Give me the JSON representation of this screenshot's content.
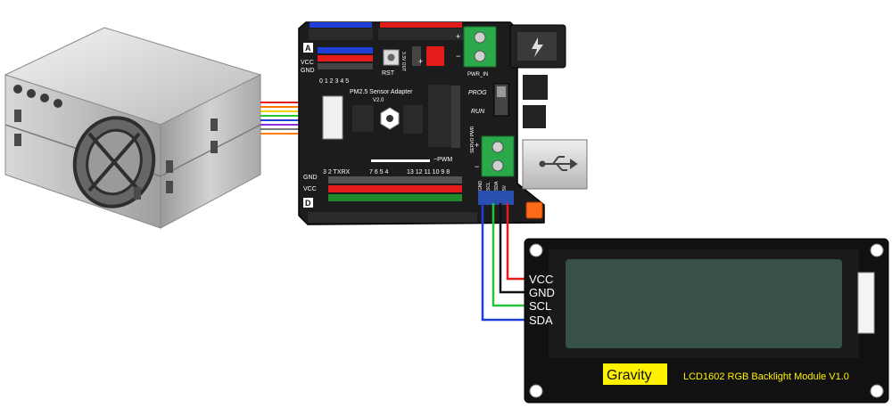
{
  "colors": {
    "board": "#1c1c1c",
    "lcd_frame": "#111111",
    "lcd_screen": "#37504a",
    "badge": "#fff200",
    "terminal_green": "#2ba84a",
    "wire_red": "#e31b1b",
    "wire_black": "#111111",
    "wire_green": "#22c43a",
    "wire_blue": "#1f3fd8"
  },
  "shield": {
    "title": "PM2.5 Sensor Adapter",
    "version": "V2.0",
    "analog_badge": "A",
    "digital_badge": "D",
    "analog_rows": [
      "VCC",
      "GND"
    ],
    "analog_pin_numbers": "0 1 2 3 4 5",
    "digital_rows": [
      "VCC",
      "GND"
    ],
    "digital_pin_numbers_left": "3 2 TXRX",
    "digital_pin_numbers_mid": "7 6 5 4",
    "digital_pin_numbers_right": "13 12 11 10 9  8",
    "pwm_label": "~PWM",
    "reset_label": "RST",
    "out_label": "3.3V OUT",
    "pwr_in_label": "PWR_IN",
    "prog_label": "PROG",
    "run_label": "RUN",
    "servo_pwr_label": "SERVO PWR",
    "i2c_labels": [
      "GND",
      "SCL",
      "SDA",
      "5V"
    ],
    "plus": "+",
    "minus": "−"
  },
  "lcd": {
    "pins": [
      "VCC",
      "GND",
      "SCL",
      "SDA"
    ],
    "badge": "Gravity",
    "model": "LCD1602 RGB Backlight Module V1.0"
  },
  "icons": [
    "usb-icon",
    "lightning-icon"
  ],
  "wires": [
    {
      "name": "VCC",
      "color": "red"
    },
    {
      "name": "GND",
      "color": "black"
    },
    {
      "name": "SCL",
      "color": "green"
    },
    {
      "name": "SDA",
      "color": "blue"
    }
  ]
}
